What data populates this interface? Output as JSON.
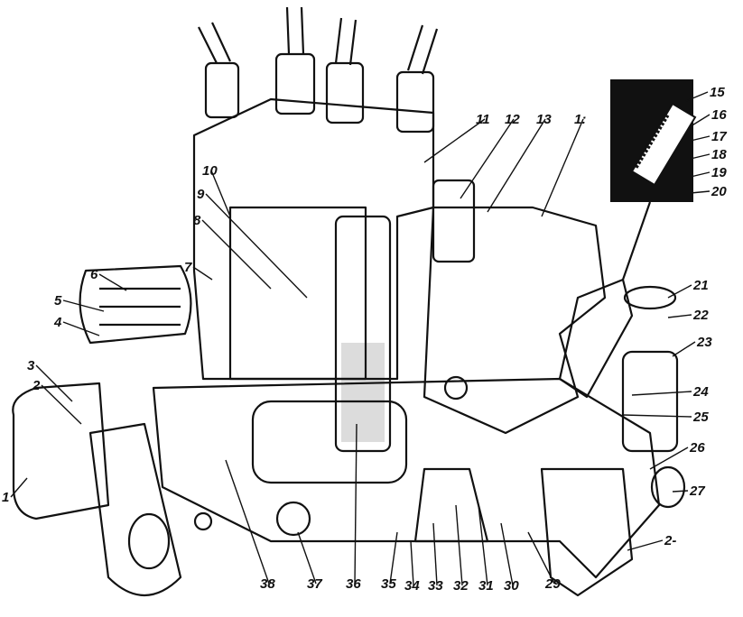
{
  "figure": {
    "callouts": [
      "1",
      "2",
      "3",
      "4",
      "5",
      "6",
      "7",
      "8",
      "9",
      "10",
      "11",
      "12",
      "13",
      "1:",
      "15",
      "16",
      "17",
      "18",
      "19",
      "20",
      "21",
      "22",
      "23",
      "24",
      "25",
      "26",
      "27",
      "2-",
      "29",
      "30",
      "31",
      "32",
      "33",
      "34",
      "35",
      "36",
      "37",
      "38"
    ]
  },
  "colors": {
    "ink": "#111111",
    "paper": "#ffffff"
  }
}
